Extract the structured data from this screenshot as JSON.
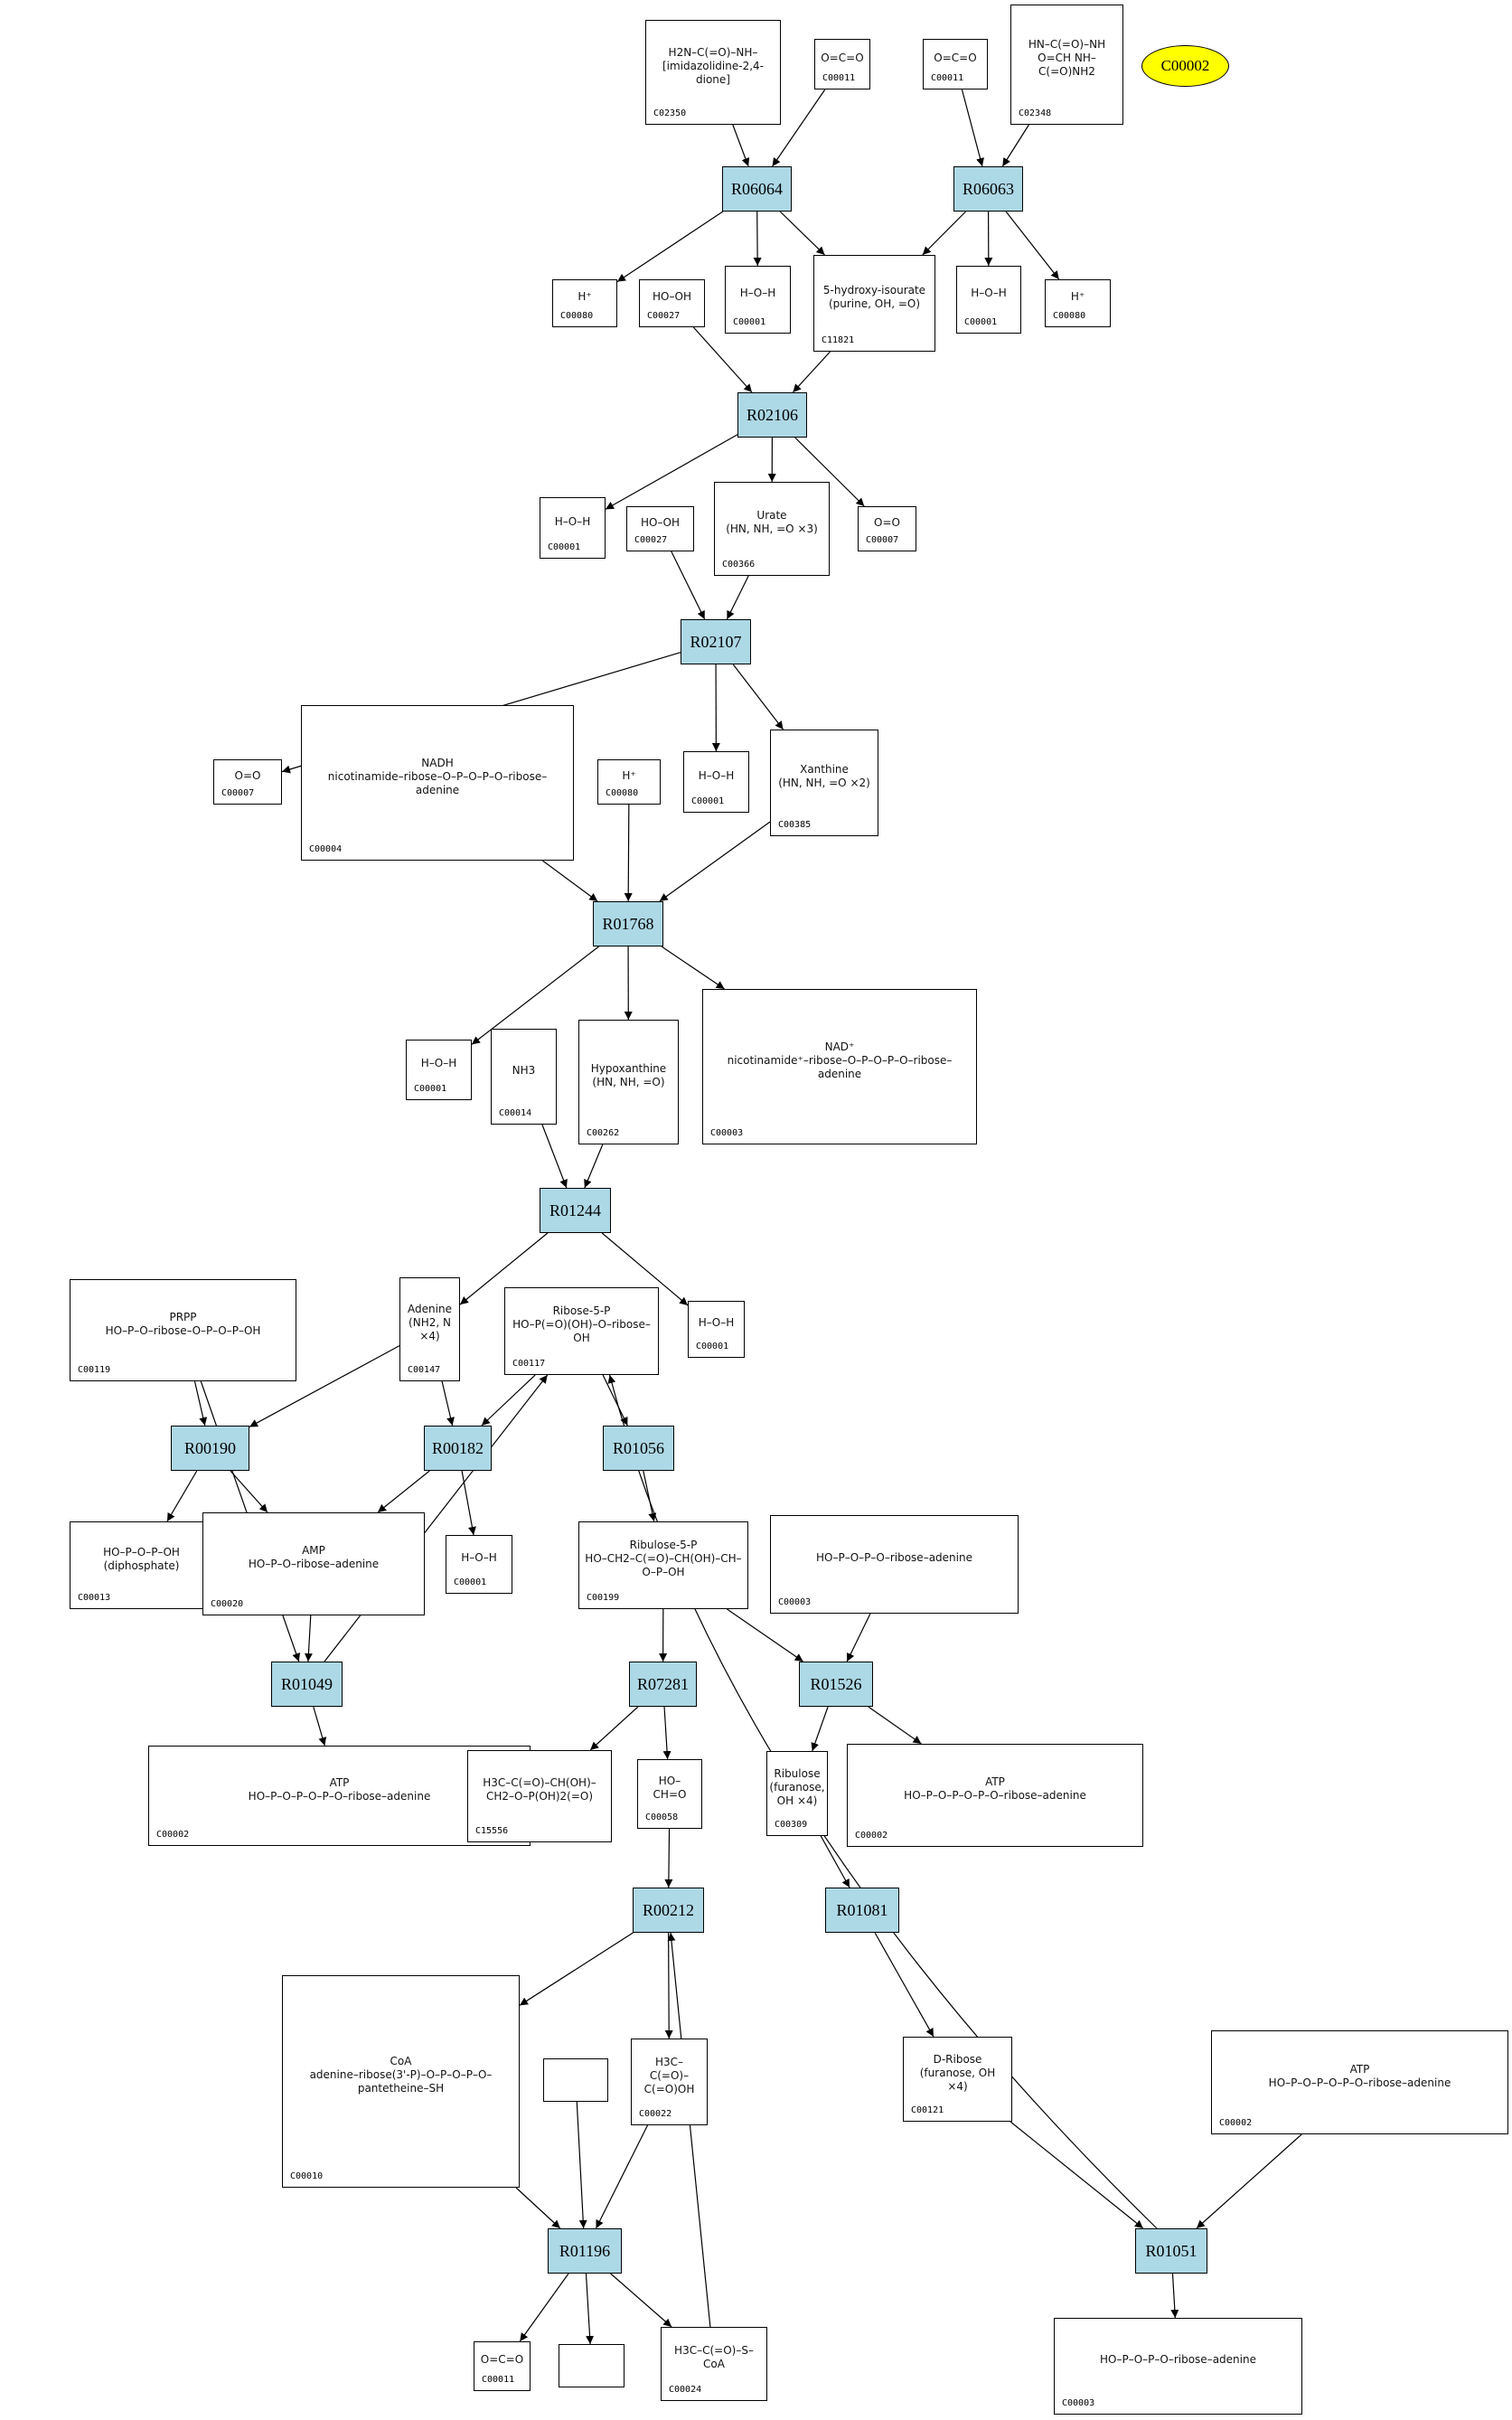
{
  "diagram": {
    "title": "Metabolic pathway graph",
    "highlight_compound": "C00002",
    "colors": {
      "reaction_fill": "#add8e6",
      "highlight_fill": "#ffff00",
      "compound_fill": "#ffffff",
      "edge": "#000000"
    }
  },
  "nodes": [
    {
      "id": "C02350",
      "type": "compound",
      "label": "C02350",
      "structure": "H2N–C(=O)–NH–[imidazolidine-2,4-dione]"
    },
    {
      "id": "C00011_a",
      "type": "compound",
      "label": "C00011",
      "structure": "O=C=O"
    },
    {
      "id": "C00011_b",
      "type": "compound",
      "label": "C00011",
      "structure": "O=C=O"
    },
    {
      "id": "C02348",
      "type": "compound",
      "label": "C02348",
      "structure": "HN–C(=O)–NH\nO=CH   NH–C(=O)NH2"
    },
    {
      "id": "C00002_hl",
      "type": "highlight",
      "label": "C00002"
    },
    {
      "id": "R06064",
      "type": "reaction",
      "label": "R06064"
    },
    {
      "id": "R06063",
      "type": "reaction",
      "label": "R06063"
    },
    {
      "id": "C00080_a",
      "type": "compound",
      "label": "C00080",
      "structure": "H⁺"
    },
    {
      "id": "C00027_a",
      "type": "compound",
      "label": "C00027",
      "structure": "HO–OH"
    },
    {
      "id": "C00001_a",
      "type": "compound",
      "label": "C00001",
      "structure": "H–O–H"
    },
    {
      "id": "C11821",
      "type": "compound",
      "label": "C11821",
      "structure": "5-hydroxy-isourate\n(purine, OH, =O)"
    },
    {
      "id": "C00001_b",
      "type": "compound",
      "label": "C00001",
      "structure": "H–O–H"
    },
    {
      "id": "C00080_b",
      "type": "compound",
      "label": "C00080",
      "structure": "H⁺"
    },
    {
      "id": "R02106",
      "type": "reaction",
      "label": "R02106"
    },
    {
      "id": "C00001_c",
      "type": "compound",
      "label": "C00001",
      "structure": "H–O–H"
    },
    {
      "id": "C00027_b",
      "type": "compound",
      "label": "C00027",
      "structure": "HO–OH"
    },
    {
      "id": "C00366",
      "type": "compound",
      "label": "C00366",
      "structure": "Urate\n(HN, NH, =O ×3)"
    },
    {
      "id": "C00007_a",
      "type": "compound",
      "label": "C00007",
      "structure": "O=O"
    },
    {
      "id": "R02107",
      "type": "reaction",
      "label": "R02107"
    },
    {
      "id": "C00007_b",
      "type": "compound",
      "label": "C00007",
      "structure": "O=O"
    },
    {
      "id": "C00004",
      "type": "compound",
      "label": "C00004",
      "structure": "NADH\nnicotinamide–ribose–O–P–O–P–O–ribose–adenine"
    },
    {
      "id": "C00080_c",
      "type": "compound",
      "label": "C00080",
      "structure": "H⁺"
    },
    {
      "id": "C00001_d",
      "type": "compound",
      "label": "C00001",
      "structure": "H–O–H"
    },
    {
      "id": "C00385",
      "type": "compound",
      "label": "C00385",
      "structure": "Xanthine\n(HN, NH, =O ×2)"
    },
    {
      "id": "R01768",
      "type": "reaction",
      "label": "R01768"
    },
    {
      "id": "C00001_e",
      "type": "compound",
      "label": "C00001",
      "structure": "H–O–H"
    },
    {
      "id": "C00014",
      "type": "compound",
      "label": "C00014",
      "structure": "NH3"
    },
    {
      "id": "C00262",
      "type": "compound",
      "label": "C00262",
      "structure": "Hypoxanthine\n(HN, NH, =O)"
    },
    {
      "id": "C00003_a",
      "type": "compound",
      "label": "C00003",
      "structure": "NAD⁺\nnicotinamide⁺–ribose–O–P–O–P–O–ribose–adenine"
    },
    {
      "id": "R01244",
      "type": "reaction",
      "label": "R01244"
    },
    {
      "id": "C00119",
      "type": "compound",
      "label": "C00119",
      "structure": "PRPP\nHO–P–O–ribose–O–P–O–P–OH"
    },
    {
      "id": "C00147",
      "type": "compound",
      "label": "C00147",
      "structure": "Adenine\n(NH2, N ×4)"
    },
    {
      "id": "C00117",
      "type": "compound",
      "label": "C00117",
      "structure": "Ribose-5-P\nHO–P(=O)(OH)–O–ribose–OH"
    },
    {
      "id": "C00001_f",
      "type": "compound",
      "label": "C00001",
      "structure": "H–O–H"
    },
    {
      "id": "R00190",
      "type": "reaction",
      "label": "R00190"
    },
    {
      "id": "R00182",
      "type": "reaction",
      "label": "R00182"
    },
    {
      "id": "R01056",
      "type": "reaction",
      "label": "R01056"
    },
    {
      "id": "C00013",
      "type": "compound",
      "label": "C00013",
      "structure": "HO–P–O–P–OH\n(diphosphate)"
    },
    {
      "id": "C00020",
      "type": "compound",
      "label": "C00020",
      "structure": "AMP\nHO–P–O–ribose–adenine"
    },
    {
      "id": "C00001_g",
      "type": "compound",
      "label": "C00001",
      "structure": "H–O–H"
    },
    {
      "id": "C00199",
      "type": "compound",
      "label": "C00199",
      "structure": "Ribulose-5-P\nHO–CH2–C(=O)–CH(OH)–CH–O–P–OH"
    },
    {
      "id": "C00003_b",
      "type": "compound",
      "label": "C00003",
      "structure": "HO–P–O–P–O–ribose–adenine"
    },
    {
      "id": "R01049",
      "type": "reaction",
      "label": "R01049"
    },
    {
      "id": "R07281",
      "type": "reaction",
      "label": "R07281"
    },
    {
      "id": "R01526",
      "type": "reaction",
      "label": "R01526"
    },
    {
      "id": "C00002_a",
      "type": "compound",
      "label": "C00002",
      "structure": "ATP\nHO–P–O–P–O–P–O–ribose–adenine"
    },
    {
      "id": "C15556",
      "type": "compound",
      "label": "C15556",
      "structure": "H3C–C(=O)–CH(OH)–CH2–O–P(OH)2(=O)"
    },
    {
      "id": "C00058",
      "type": "compound",
      "label": "C00058",
      "structure": "HO–CH=O"
    },
    {
      "id": "C00309",
      "type": "compound",
      "label": "C00309",
      "structure": "Ribulose\n(furanose, OH ×4)"
    },
    {
      "id": "C00002_b",
      "type": "compound",
      "label": "C00002",
      "structure": "ATP\nHO–P–O–P–O–P–O–ribose–adenine"
    },
    {
      "id": "R00212",
      "type": "reaction",
      "label": "R00212"
    },
    {
      "id": "R01081",
      "type": "reaction",
      "label": "R01081"
    },
    {
      "id": "C00010",
      "type": "compound",
      "label": "C00010",
      "structure": "CoA\nadenine–ribose(3'-P)–O–P–O–P–O–pantetheine–SH"
    },
    {
      "id": "BLANK_a",
      "type": "compound",
      "label": "",
      "structure": ""
    },
    {
      "id": "C00022",
      "type": "compound",
      "label": "C00022",
      "structure": "H3C–C(=O)–C(=O)OH"
    },
    {
      "id": "C00121",
      "type": "compound",
      "label": "C00121",
      "structure": "D-Ribose\n(furanose, OH ×4)"
    },
    {
      "id": "C00002_c",
      "type": "compound",
      "label": "C00002",
      "structure": "ATP\nHO–P–O–P–O–P–O–ribose–adenine"
    },
    {
      "id": "R01196",
      "type": "reaction",
      "label": "R01196"
    },
    {
      "id": "R01051",
      "type": "reaction",
      "label": "R01051"
    },
    {
      "id": "C00011_c",
      "type": "compound",
      "label": "C00011",
      "structure": "O=C=O"
    },
    {
      "id": "BLANK_b",
      "type": "compound",
      "label": "",
      "structure": ""
    },
    {
      "id": "C00024",
      "type": "compound",
      "label": "C00024",
      "structure": "H3C–C(=O)–S–CoA"
    },
    {
      "id": "C00003_c",
      "type": "compound",
      "label": "C00003",
      "structure": "HO–P–O–P–O–ribose–adenine"
    }
  ],
  "edges": [
    {
      "from": "C02350",
      "to": "R06064"
    },
    {
      "from": "C00011_a",
      "to": "R06064"
    },
    {
      "from": "C00011_b",
      "to": "R06063"
    },
    {
      "from": "C02348",
      "to": "R06063"
    },
    {
      "from": "R06064",
      "to": "C00080_a"
    },
    {
      "from": "R06064",
      "to": "C00001_a"
    },
    {
      "from": "R06064",
      "to": "C11821"
    },
    {
      "from": "R06063",
      "to": "C11821"
    },
    {
      "from": "R06063",
      "to": "C00001_b"
    },
    {
      "from": "R06063",
      "to": "C00080_b"
    },
    {
      "from": "C00027_a",
      "to": "R02106"
    },
    {
      "from": "C11821",
      "to": "R02106"
    },
    {
      "from": "R02106",
      "to": "C00001_c"
    },
    {
      "from": "R02106",
      "to": "C00366"
    },
    {
      "from": "R02106",
      "to": "C00007_a"
    },
    {
      "from": "C00027_b",
      "to": "R02107"
    },
    {
      "from": "C00366",
      "to": "R02107"
    },
    {
      "from": "R02107",
      "to": "C00007_b"
    },
    {
      "from": "R02107",
      "to": "C00001_d"
    },
    {
      "from": "R02107",
      "to": "C00385"
    },
    {
      "from": "C00004",
      "to": "R01768"
    },
    {
      "from": "C00080_c",
      "to": "R01768"
    },
    {
      "from": "C00385",
      "to": "R01768"
    },
    {
      "from": "R01768",
      "to": "C00001_e"
    },
    {
      "from": "R01768",
      "to": "C00262"
    },
    {
      "from": "R01768",
      "to": "C00003_a"
    },
    {
      "from": "C00014",
      "to": "R01244"
    },
    {
      "from": "C00262",
      "to": "R01244"
    },
    {
      "from": "R01244",
      "to": "C00147"
    },
    {
      "from": "R01244",
      "to": "C00001_f"
    },
    {
      "from": "C00119",
      "to": "R00190"
    },
    {
      "from": "C00147",
      "to": "R00190"
    },
    {
      "from": "C00147",
      "to": "R00182"
    },
    {
      "from": "C00117",
      "to": "R00182"
    },
    {
      "from": "C00117",
      "to": "R01056"
    },
    {
      "from": "R00190",
      "to": "C00013"
    },
    {
      "from": "R00190",
      "to": "C00020"
    },
    {
      "from": "R00182",
      "to": "C00020"
    },
    {
      "from": "R00182",
      "to": "C00001_g"
    },
    {
      "from": "R01056",
      "to": "C00199"
    },
    {
      "from": "C00119",
      "to": "R01049"
    },
    {
      "from": "C00020",
      "to": "R01049"
    },
    {
      "from": "R01049",
      "to": "C00117"
    },
    {
      "from": "R01049",
      "to": "C00002_a"
    },
    {
      "from": "C00199",
      "to": "R07281"
    },
    {
      "from": "C00199",
      "to": "R01526"
    },
    {
      "from": "C00003_b",
      "to": "R01526"
    },
    {
      "from": "R07281",
      "to": "C15556"
    },
    {
      "from": "R07281",
      "to": "C00058"
    },
    {
      "from": "R01526",
      "to": "C00309"
    },
    {
      "from": "R01526",
      "to": "C00002_b"
    },
    {
      "from": "C00058",
      "to": "R00212"
    },
    {
      "from": "C00309",
      "to": "R01081"
    },
    {
      "from": "R00212",
      "to": "C00010"
    },
    {
      "from": "R00212",
      "to": "C00022"
    },
    {
      "from": "C00024",
      "to": "R00212"
    },
    {
      "from": "R01081",
      "to": "C00121"
    },
    {
      "from": "C00010",
      "to": "R01196"
    },
    {
      "from": "BLANK_a",
      "to": "R01196"
    },
    {
      "from": "C00022",
      "to": "R01196"
    },
    {
      "from": "R01196",
      "to": "C00011_c"
    },
    {
      "from": "R01196",
      "to": "BLANK_b"
    },
    {
      "from": "R01196",
      "to": "C00024"
    },
    {
      "from": "C00121",
      "to": "R01051"
    },
    {
      "from": "C00002_c",
      "to": "R01051"
    },
    {
      "from": "R01051",
      "to": "C00003_c"
    },
    {
      "from": "R01051",
      "to": "C00117"
    }
  ]
}
